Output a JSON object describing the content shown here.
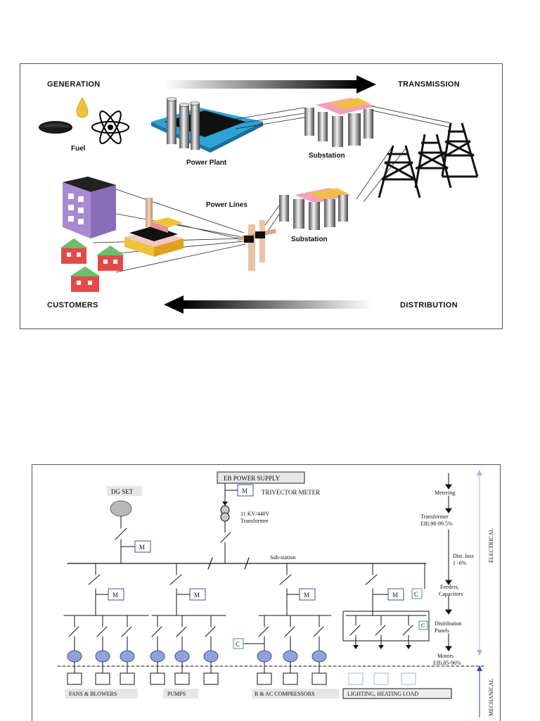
{
  "top": {
    "generation": "GENERATION",
    "transmission": "TRANSMISSION",
    "customers": "CUSTOMERS",
    "distribution": "DISTRIBUTION",
    "fuel": "Fuel",
    "power_plant": "Power Plant",
    "substation_top": "Substation",
    "substation_bottom": "Substation",
    "power_lines": "Power Lines"
  },
  "bottom": {
    "eb_power_supply": "EB POWER SUPPLY",
    "trivector_meter": "TRIVECTOR METER",
    "transformer_line1": "11 KV/440V",
    "transformer_line2": "Transformer",
    "dg_set": "DG SET",
    "sub_station": "Sub-station",
    "meter": "M",
    "capacitor": "C",
    "fans_blowers": "FANS & BLOWERS",
    "pumps": "PUMPS",
    "compressors": "R & AC COMPRESSORS",
    "lighting": "LIGHTING, HEATING LOAD",
    "electrical": "ELECTRICAL",
    "mechanical": "MECHANICAL",
    "flow": [
      {
        "line1": "Metering",
        "line2": ""
      },
      {
        "line1": "Transformer",
        "line2": "Effi.98-99.5%"
      },
      {
        "line1": "Dist. loss",
        "line2": "1 -6%"
      },
      {
        "line1": "Feeders,",
        "line2": "Capacitors"
      },
      {
        "line1": "Distribution",
        "line2": "Panels"
      },
      {
        "line1": "Motors",
        "line2": "Effi.85-96%"
      }
    ]
  },
  "colors": {
    "plant_blue": "#2fa3d6",
    "building_purple": "#a98ad0",
    "house_green": "#6bbf6b",
    "house_red": "#e24a4a",
    "fuel_yellow": "#f0c23a",
    "meter_blue": "#3a4fa6",
    "motor_fill": "#8fa3d6",
    "cap_green": "#3aa36a",
    "axis_blue": "#1f4fa6"
  }
}
